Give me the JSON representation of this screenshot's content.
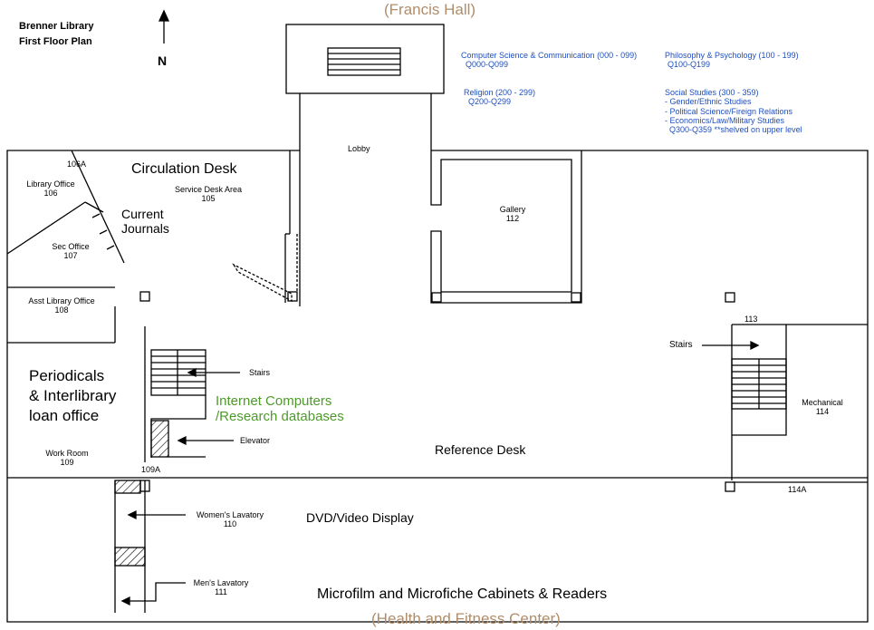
{
  "title": {
    "line1": "Brenner Library",
    "line2": "First Floor Plan"
  },
  "north": {
    "letter": "N"
  },
  "neighbors": {
    "top": "(Francis Hall)",
    "bottom": "(Health and Fitness Center)"
  },
  "collections": [
    {
      "name": "Computer Science & Communication (000 - 099)",
      "range": "Q000-Q099"
    },
    {
      "name": "Philosophy & Psychology (100 - 199)",
      "range": "Q100-Q199"
    },
    {
      "name": "Religion (200 - 299)",
      "range": "Q200-Q299"
    },
    {
      "name": "Social Studies (300 - 359)",
      "lines": [
        "- Gender/Ethnic Studies",
        "- Political Science/Fireign Relations",
        "- Economics/Law/Military Studies"
      ],
      "range": "Q300-Q359 **shelved on upper level"
    }
  ],
  "rooms": {
    "lobby": {
      "label": "Lobby"
    },
    "gallery": {
      "label": "Gallery",
      "number": "112"
    },
    "library_office": {
      "label": "Library Office",
      "number": "106"
    },
    "room_106a": {
      "number": "106A"
    },
    "sec_office": {
      "label": "Sec Office",
      "number": "107"
    },
    "asst_library_office": {
      "label": "Asst Library Office",
      "number": "108"
    },
    "service_desk": {
      "label": "Service Desk Area",
      "number": "105"
    },
    "work_room": {
      "label": "Work Room",
      "number": "109"
    },
    "room_109a": {
      "number": "109A"
    },
    "womens_lavatory": {
      "label": "Women's Lavatory",
      "number": "110"
    },
    "mens_lavatory": {
      "label": "Men's Lavatory",
      "number": "111"
    },
    "mechanical": {
      "label": "Mechanical",
      "number": "114"
    },
    "room_113": {
      "number": "113"
    },
    "room_114a": {
      "number": "114A"
    }
  },
  "areas": {
    "circulation": "Circulation Desk",
    "journals": [
      "Current",
      "Journals"
    ],
    "periodicals": [
      "Periodicals",
      "& Interlibrary",
      "loan office"
    ],
    "internet": [
      "Internet Computers",
      "/Research databases"
    ],
    "reference": "Reference Desk",
    "dvd": "DVD/Video Display",
    "microfilm": "Microfilm and Microfiche Cabinets & Readers"
  },
  "pointers": {
    "stairs_left": "Stairs",
    "stairs_right": "Stairs",
    "elevator": "Elevator"
  },
  "colors": {
    "collections_text": "#1f4fbf",
    "internet_text": "#4e9a2a",
    "neighbor_text": "#b08d6a",
    "walls": "#000000"
  }
}
